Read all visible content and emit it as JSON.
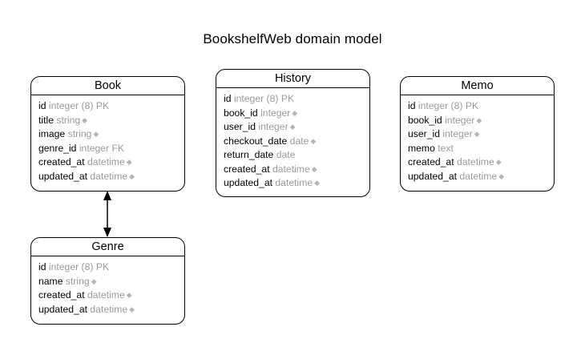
{
  "title": "BookshelfWeb domain model",
  "entities": {
    "book": {
      "name": "Book",
      "attrs": [
        {
          "name": "id",
          "type": "integer (8) PK",
          "mark": ""
        },
        {
          "name": "title",
          "type": "string",
          "mark": "◆"
        },
        {
          "name": "image",
          "type": "string",
          "mark": "◆"
        },
        {
          "name": "genre_id",
          "type": "integer FK",
          "mark": ""
        },
        {
          "name": "created_at",
          "type": "datetime",
          "mark": "◆"
        },
        {
          "name": "updated_at",
          "type": "datetime",
          "mark": "◆"
        }
      ]
    },
    "history": {
      "name": "History",
      "attrs": [
        {
          "name": "id",
          "type": "integer (8) PK",
          "mark": ""
        },
        {
          "name": "book_id",
          "type": "integer",
          "mark": "◆"
        },
        {
          "name": "user_id",
          "type": "integer",
          "mark": "◆"
        },
        {
          "name": "checkout_date",
          "type": "date",
          "mark": "◆"
        },
        {
          "name": "return_date",
          "type": "date",
          "mark": ""
        },
        {
          "name": "created_at",
          "type": "datetime",
          "mark": "◆"
        },
        {
          "name": "updated_at",
          "type": "datetime",
          "mark": "◆"
        }
      ]
    },
    "memo": {
      "name": "Memo",
      "attrs": [
        {
          "name": "id",
          "type": "integer (8) PK",
          "mark": ""
        },
        {
          "name": "book_id",
          "type": "integer",
          "mark": "◆"
        },
        {
          "name": "user_id",
          "type": "integer",
          "mark": "◆"
        },
        {
          "name": "memo",
          "type": "text",
          "mark": ""
        },
        {
          "name": "created_at",
          "type": "datetime",
          "mark": "◆"
        },
        {
          "name": "updated_at",
          "type": "datetime",
          "mark": "◆"
        }
      ]
    },
    "genre": {
      "name": "Genre",
      "attrs": [
        {
          "name": "id",
          "type": "integer (8) PK",
          "mark": ""
        },
        {
          "name": "name",
          "type": "string",
          "mark": "◆"
        },
        {
          "name": "created_at",
          "type": "datetime",
          "mark": "◆"
        },
        {
          "name": "updated_at",
          "type": "datetime",
          "mark": "◆"
        }
      ]
    }
  },
  "relationships": [
    {
      "from": "book",
      "to": "genre",
      "arrows": "both"
    }
  ]
}
